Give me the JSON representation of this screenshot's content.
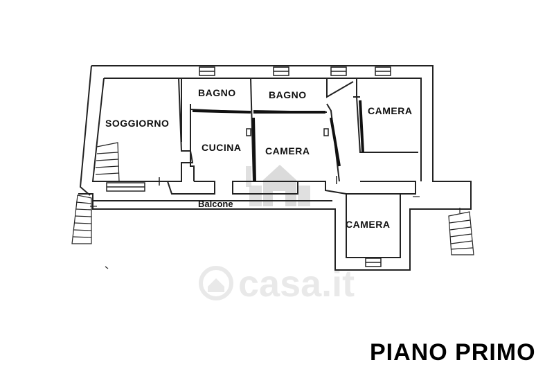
{
  "floor_title": "PIANO PRIMO",
  "rooms": {
    "soggiorno": "SOGGIORNO",
    "bagno_left": "BAGNO",
    "bagno_right": "BAGNO",
    "cucina": "CUCINA",
    "camera_center": "CAMERA",
    "camera_right": "CAMERA",
    "camera_bottom": "CAMERA",
    "balcone": "Balcone"
  },
  "watermark": {
    "text": "casa.it"
  },
  "colors": {
    "wall": "#222222",
    "wall_fill": "#ffffff",
    "watermark": "#dcdcdc",
    "text": "#111111"
  }
}
